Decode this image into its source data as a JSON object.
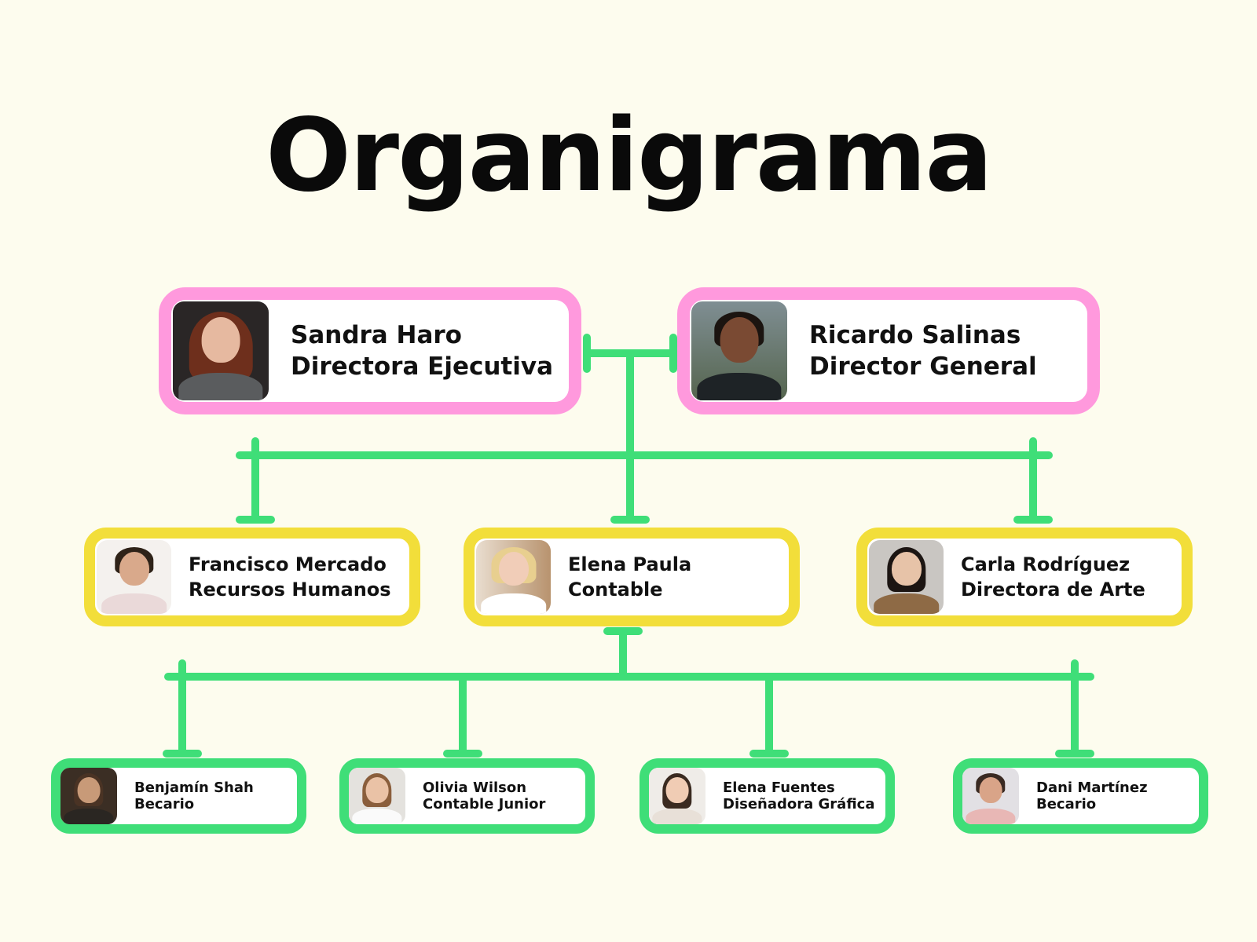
{
  "title": "Organigrama",
  "colors": {
    "background": "#fdfcee",
    "connector": "#3fde78",
    "executive_border": "#ff99dd",
    "manager_border": "#f2de3a",
    "staff_border": "#3fde78"
  },
  "executives": [
    {
      "name": "Sandra Haro",
      "role": "Directora Ejecutiva",
      "photo": "woman-red-hair-portrait"
    },
    {
      "name": "Ricardo Salinas",
      "role": "Director General",
      "photo": "man-beard-portrait"
    }
  ],
  "managers": [
    {
      "name": "Francisco Mercado",
      "role": "Recursos Humanos",
      "photo": "man-beard-white-shirt-portrait"
    },
    {
      "name": "Elena Paula",
      "role": "Contable",
      "photo": "woman-blonde-white-blouse-portrait"
    },
    {
      "name": "Carla Rodríguez",
      "role": "Directora de Arte",
      "photo": "woman-dark-hair-jacket-portrait"
    }
  ],
  "staff": [
    {
      "name": "Benjamín Shah",
      "role": "Becario",
      "photo": "man-long-hair-portrait"
    },
    {
      "name": "Olivia Wilson",
      "role": "Contable Junior",
      "photo": "woman-smiling-portrait"
    },
    {
      "name": "Elena Fuentes",
      "role": "Diseñadora Gráfica",
      "photo": "woman-smiling-light-portrait"
    },
    {
      "name": "Dani Martínez",
      "role": "Becario",
      "photo": "man-beard-glasses-portrait"
    }
  ]
}
